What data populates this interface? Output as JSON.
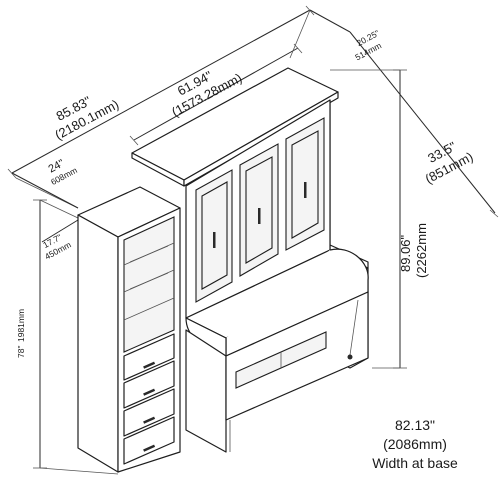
{
  "dimensions": {
    "total_width": {
      "imperial": "85.83\"",
      "metric": "(2180.1mm)"
    },
    "bed_width": {
      "imperial": "61.94\"",
      "metric": "(1573.28mm)"
    },
    "top_depth": {
      "imperial": "20.25\"",
      "metric": "514mm"
    },
    "open_depth": {
      "imperial": "33.5\"",
      "metric": "(851mm)"
    },
    "height": {
      "imperial": "89.06\"",
      "metric": "(2262mm"
    },
    "tower_width": {
      "imperial": "24\"",
      "metric": "608mm"
    },
    "tower_depth": {
      "imperial": "17.7\"",
      "metric": "450mm"
    },
    "tower_height": {
      "imperial": "78\"",
      "metric": "1981mm"
    },
    "base_width": {
      "imperial": "82.13\"",
      "metric": "(2086mm)",
      "caption": "Width at base"
    }
  }
}
